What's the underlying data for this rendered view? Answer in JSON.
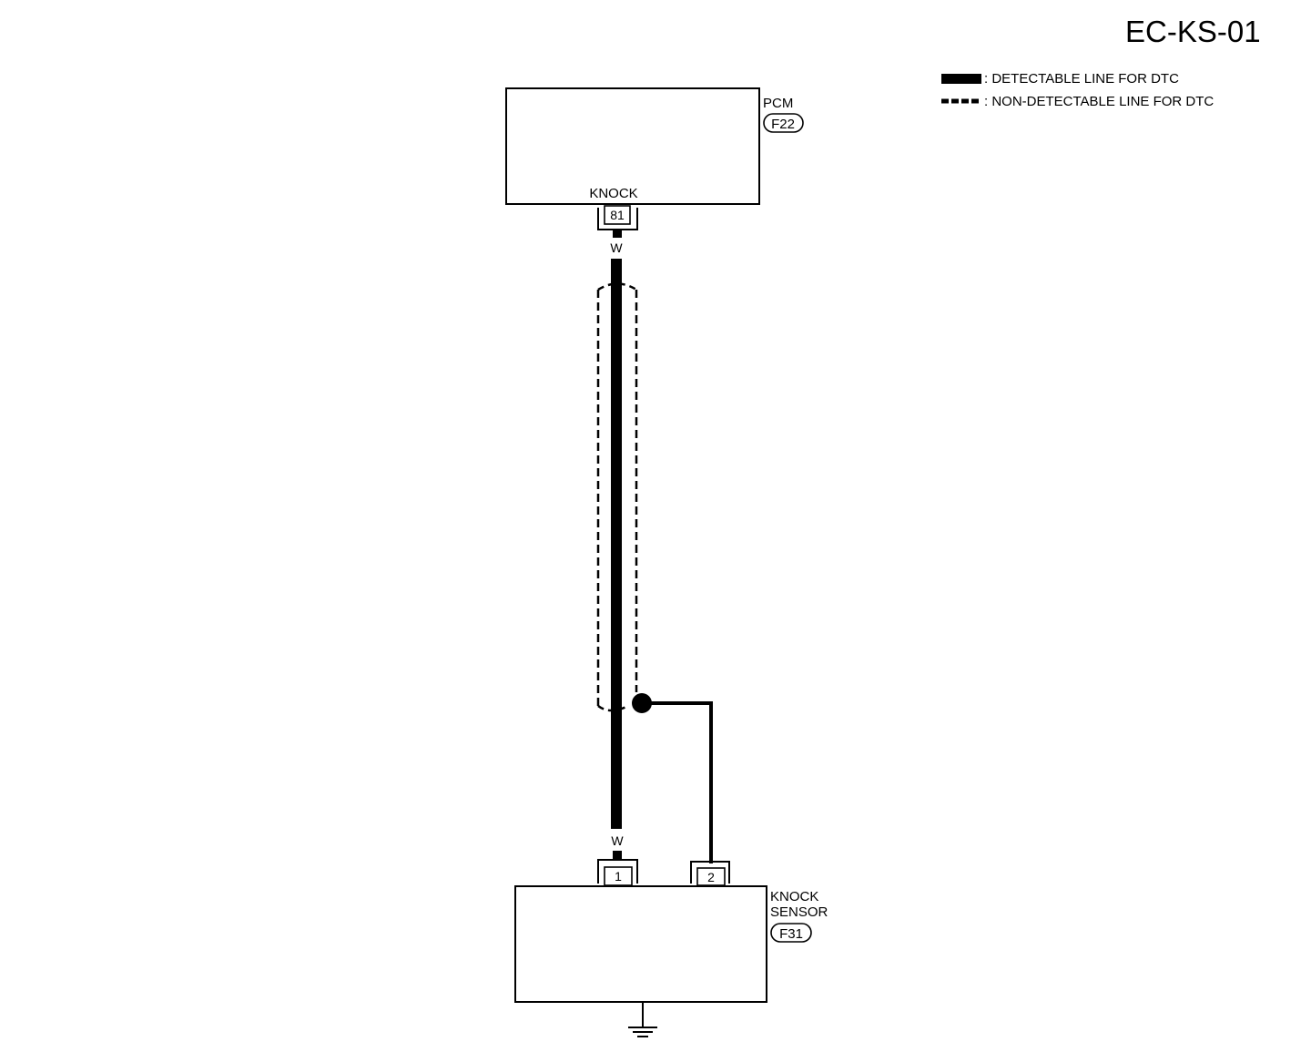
{
  "page_code": "EC-KS-01",
  "legend": {
    "detectable": ": DETECTABLE LINE FOR DTC",
    "non_detectable": ": NON-DETECTABLE LINE FOR DTC"
  },
  "pcm": {
    "name": "PCM",
    "connector": "F22",
    "terminal_label": "KNOCK",
    "terminal_number": "81"
  },
  "wire": {
    "color_top": "W",
    "color_bottom": "W"
  },
  "knock_sensor": {
    "name_line1": "KNOCK",
    "name_line2": "SENSOR",
    "connector": "F31",
    "terminal_1": "1",
    "terminal_2": "2"
  },
  "colors": {
    "ink": "#000000",
    "background": "#ffffff"
  }
}
